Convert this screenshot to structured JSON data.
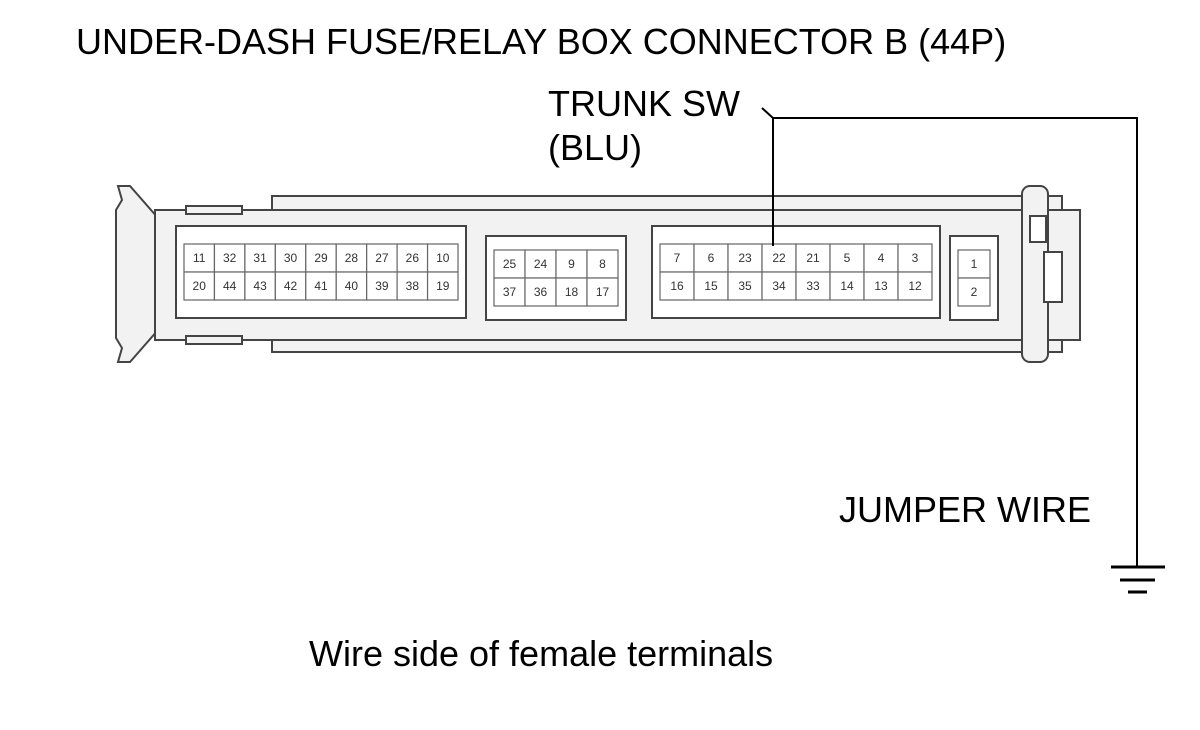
{
  "title": "UNDER-DASH FUSE/RELAY BOX CONNECTOR B (44P)",
  "trunk_sw_label": "TRUNK SW",
  "trunk_sw_color": "(BLU)",
  "jumper_label": "JUMPER WIRE",
  "caption": "Wire side of female terminals",
  "highlighted_pin": "22",
  "colors": {
    "line": "#000000",
    "housing": "#444444",
    "cavity_fill": "#ffffff",
    "housing_fill": "#f2f2f2"
  },
  "groups": [
    {
      "top": [
        "11",
        "32",
        "31",
        "30",
        "29",
        "28",
        "27",
        "26",
        "10"
      ],
      "bottom": [
        "20",
        "44",
        "43",
        "42",
        "41",
        "40",
        "39",
        "38",
        "19"
      ]
    },
    {
      "top": [
        "25",
        "24",
        "9",
        "8"
      ],
      "bottom": [
        "37",
        "36",
        "18",
        "17"
      ]
    },
    {
      "top": [
        "7",
        "6",
        "23",
        "22",
        "21",
        "5",
        "4",
        "3"
      ],
      "bottom": [
        "16",
        "15",
        "35",
        "34",
        "33",
        "14",
        "13",
        "12"
      ]
    },
    {
      "top": [
        "1"
      ],
      "bottom": [
        "2"
      ]
    }
  ]
}
